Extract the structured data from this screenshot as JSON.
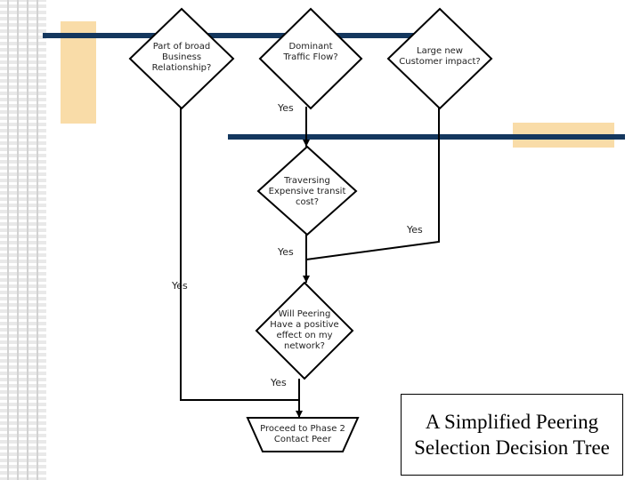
{
  "colors": {
    "accent_bar": "#f9dca8",
    "rule": "#14375e",
    "line": "#000000"
  },
  "nodes": {
    "broad_business": "Part of broad\nBusiness\nRelationship?",
    "dominant_traffic": "Dominant\nTraffic Flow?",
    "large_customer": "Large new\nCustomer impact?",
    "transit_cost": "Traversing\nExpensive transit\ncost?",
    "positive_effect": "Will Peering\nHave a positive\neffect on my\nnetwork?",
    "proceed": "Proceed to Phase 2\nContact Peer"
  },
  "edges": {
    "yes_dominant": "Yes",
    "yes_large": "Yes",
    "yes_transit": "Yes",
    "yes_broad": "Yes",
    "yes_positive": "Yes"
  },
  "title": "A Simplified Peering\nSelection Decision Tree"
}
